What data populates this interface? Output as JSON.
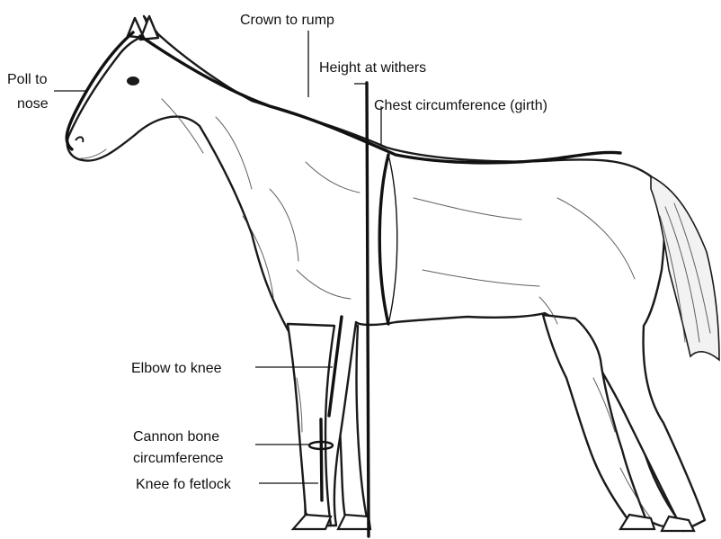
{
  "labels": {
    "crown_to_rump": "Crown to rump",
    "poll_to_nose_line1": "Poll to",
    "poll_to_nose_line2": "nose",
    "height_at_withers": "Height at withers",
    "chest_circumference": "Chest circumference (girth)",
    "elbow_to_knee": "Elbow to knee",
    "cannon_bone_line1": "Cannon bone",
    "cannon_bone_line2": "circumference",
    "knee_to_fetlock": "Knee fo fetlock"
  },
  "figure": {
    "subject_icon": "horse-side-view-icon",
    "line_color": "#111111",
    "background_color": "#ffffff"
  }
}
